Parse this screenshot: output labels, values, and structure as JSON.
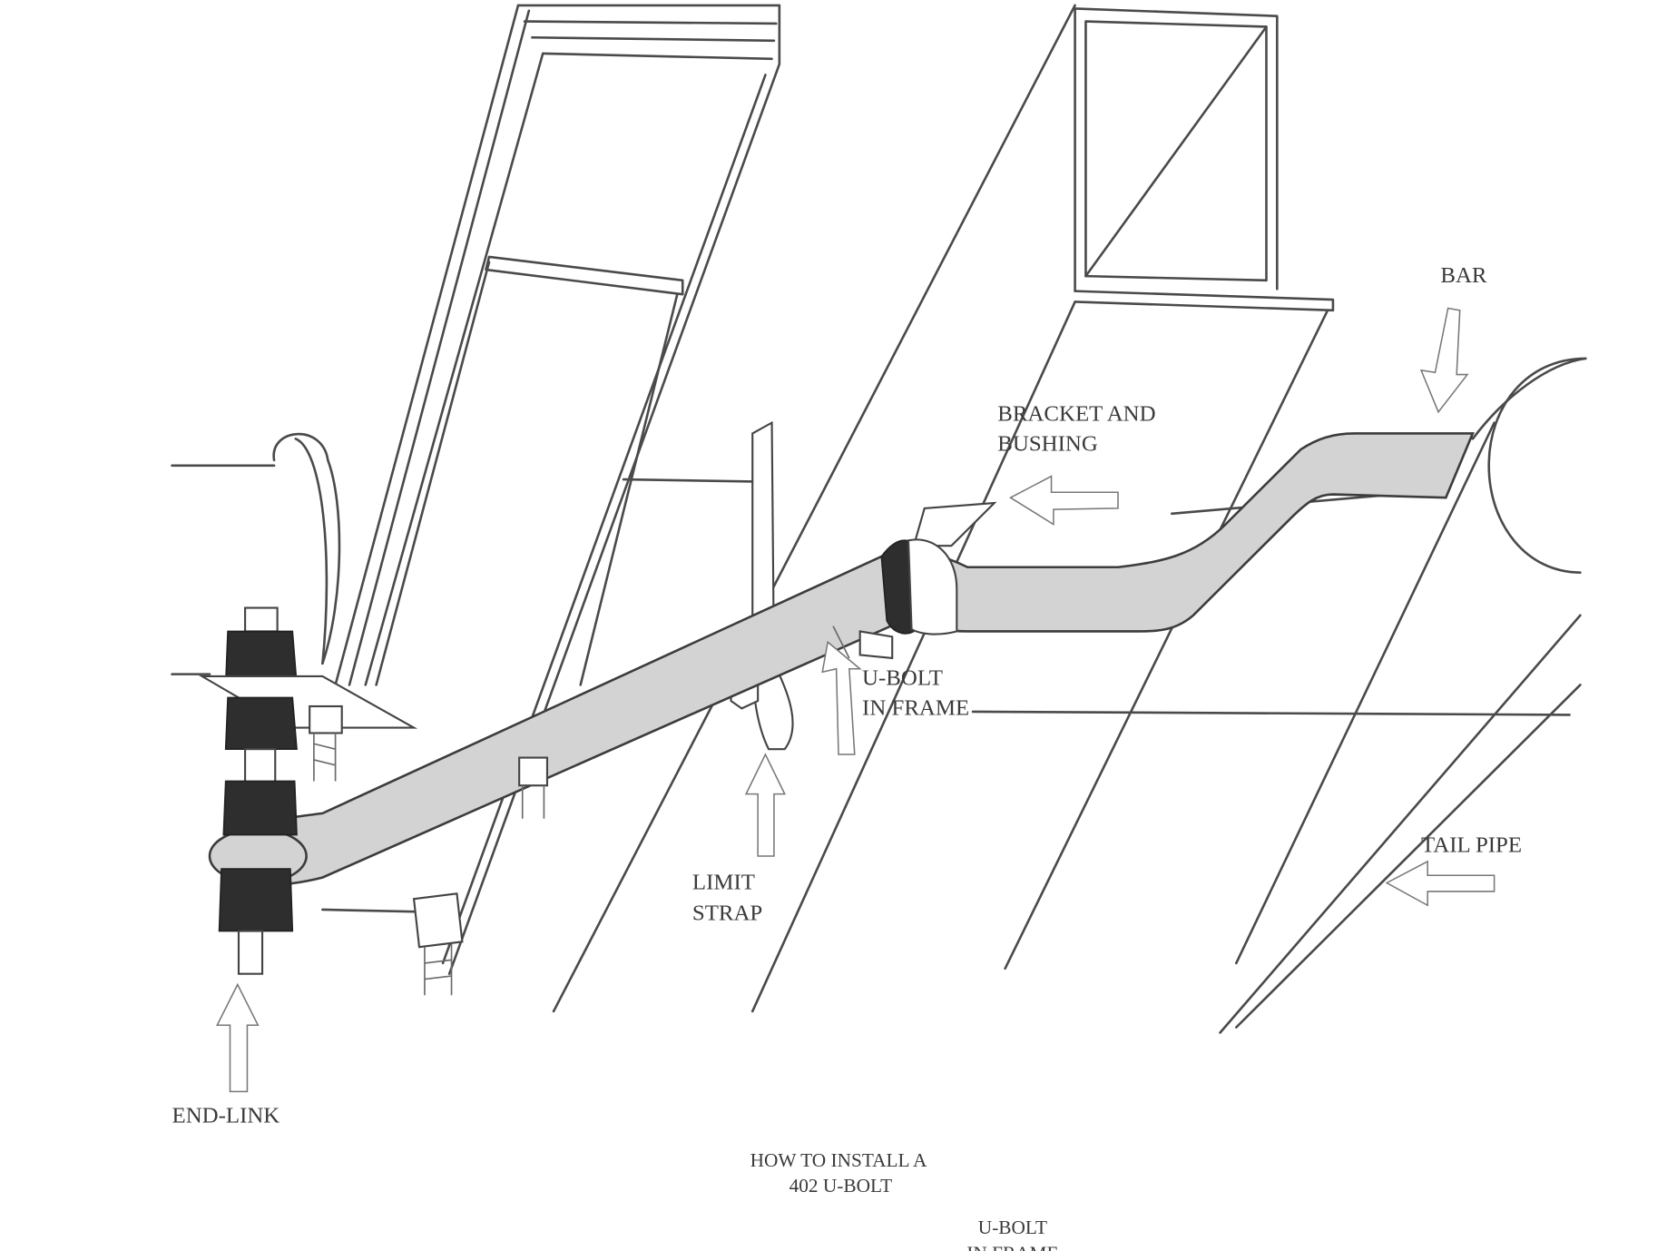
{
  "labels": {
    "bar": "BAR",
    "bracket_line1": "BRACKET AND",
    "bracket_line2": "BUSHING",
    "ubolt_line1": "U-BOLT",
    "ubolt_line2": "IN FRAME",
    "limit_line1": "LIMIT",
    "limit_line2": "STRAP",
    "tail_pipe": "TAIL PIPE",
    "end_link": "END-LINK"
  },
  "caption": {
    "line1": "HOW TO INSTALL A",
    "line2": "402 U-BOLT"
  },
  "footer": {
    "line1": "U-BOLT",
    "line2": "IN FRAME"
  },
  "colors": {
    "sway_bar_fill": "#d3d3d3",
    "bushing_fill": "#2e2e2e",
    "line": "#4a4a4a"
  }
}
